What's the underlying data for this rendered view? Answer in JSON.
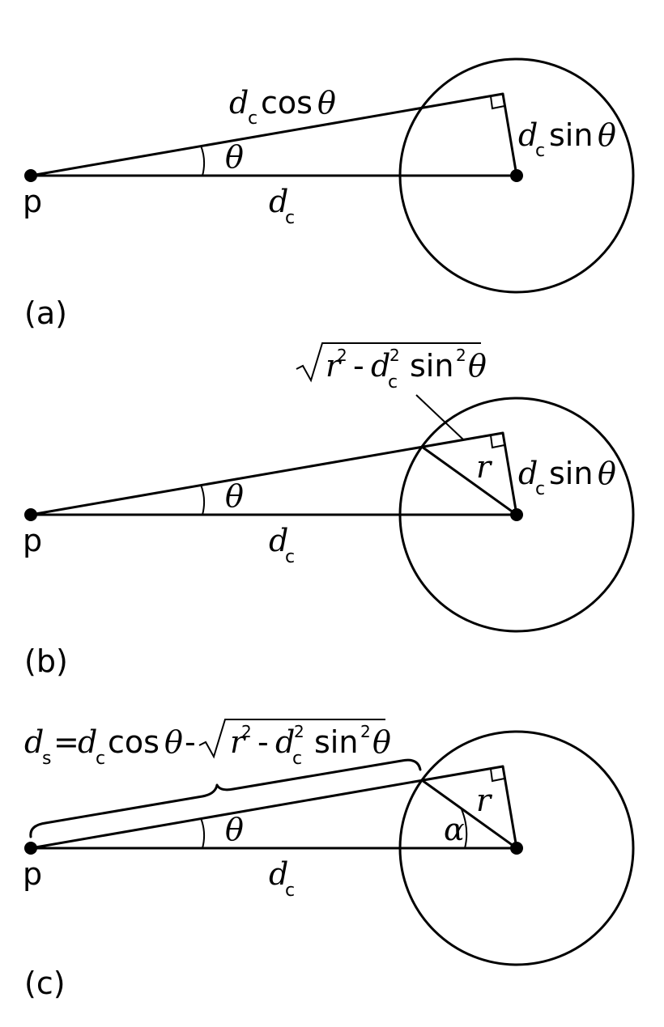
{
  "panels": [
    {
      "id": "a",
      "caption": "(a)",
      "point_label": "p",
      "labels": {
        "hyp_d": "d",
        "hyp_sub": "c",
        "hyp_fn": "cos",
        "hyp_theta": "θ",
        "opp_d": "d",
        "opp_sub": "c",
        "opp_fn": "sin",
        "opp_theta": "θ",
        "angle": "θ",
        "base_d": "d",
        "base_sub": "c"
      }
    },
    {
      "id": "b",
      "caption": "(b)",
      "point_label": "p",
      "labels": {
        "sqrt_r": "r",
        "sqrt_r_exp": "2",
        "sqrt_minus": "-",
        "sqrt_d": "d",
        "sqrt_d_exp": "2",
        "sqrt_d_sub": "c",
        "sqrt_fn": "sin",
        "sqrt_fn_exp": "2",
        "sqrt_theta": "θ",
        "radius": "r",
        "opp_d": "d",
        "opp_sub": "c",
        "opp_fn": "sin",
        "opp_theta": "θ",
        "angle": "θ",
        "base_d": "d",
        "base_sub": "c"
      }
    },
    {
      "id": "c",
      "caption": "(c)",
      "point_label": "p",
      "labels": {
        "ds_d": "d",
        "ds_sub": "s",
        "eq": "=",
        "dc_d": "d",
        "dc_sub": "c",
        "cos_fn": "cos",
        "cos_theta": "θ",
        "minus": "-",
        "sqrt_r": "r",
        "sqrt_r_exp": "2",
        "sqrt_minus": "-",
        "sqrt_d": "d",
        "sqrt_d_exp": "2",
        "sqrt_d_sub": "c",
        "sqrt_fn": "sin",
        "sqrt_fn_exp": "2",
        "sqrt_theta": "θ",
        "radius": "r",
        "alpha": "α",
        "angle": "θ",
        "base_d": "d",
        "base_sub": "c"
      }
    }
  ]
}
